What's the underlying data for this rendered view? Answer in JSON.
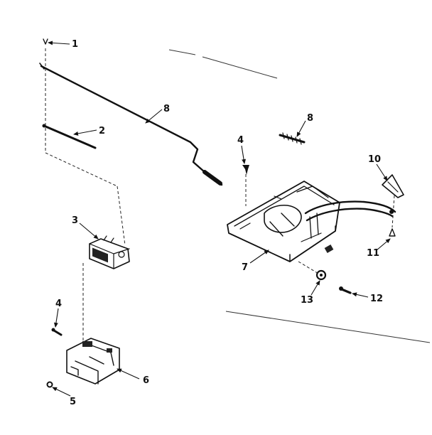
{
  "callouts": {
    "c1": "1",
    "c2": "2",
    "c3": "3",
    "c4a": "4",
    "c4b": "4",
    "c5": "5",
    "c6": "6",
    "c7": "7",
    "c8a": "8",
    "c8b": "8",
    "c10": "10",
    "c11": "11",
    "c12": "12",
    "c13": "13"
  }
}
